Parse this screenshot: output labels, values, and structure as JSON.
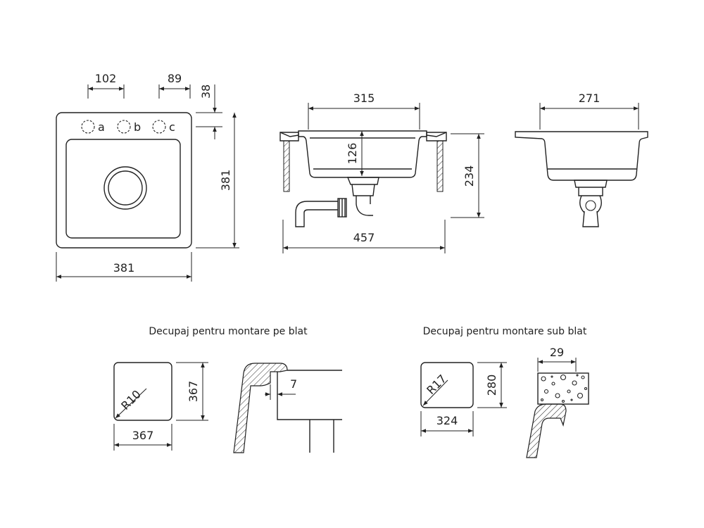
{
  "top_view": {
    "dim_top_left": "102",
    "dim_top_right": "89",
    "dim_right_small": "38",
    "dim_right": "381",
    "dim_bottom": "381",
    "tap_hole_a": "a",
    "tap_hole_b": "b",
    "tap_hole_c": "c"
  },
  "side_view": {
    "dim_top": "315",
    "dim_depth": "126",
    "dim_height": "234",
    "dim_bottom": "457"
  },
  "end_view": {
    "dim_top": "271"
  },
  "cutout_top_mount": {
    "caption": "Decupaj pentru montare pe blat",
    "radius": "R10",
    "dim_height": "367",
    "dim_width": "367",
    "dim_detail": "7"
  },
  "cutout_under_mount": {
    "caption": "Decupaj pentru montare sub blat",
    "radius": "R17",
    "dim_height": "280",
    "dim_width": "324",
    "dim_detail": "29"
  }
}
